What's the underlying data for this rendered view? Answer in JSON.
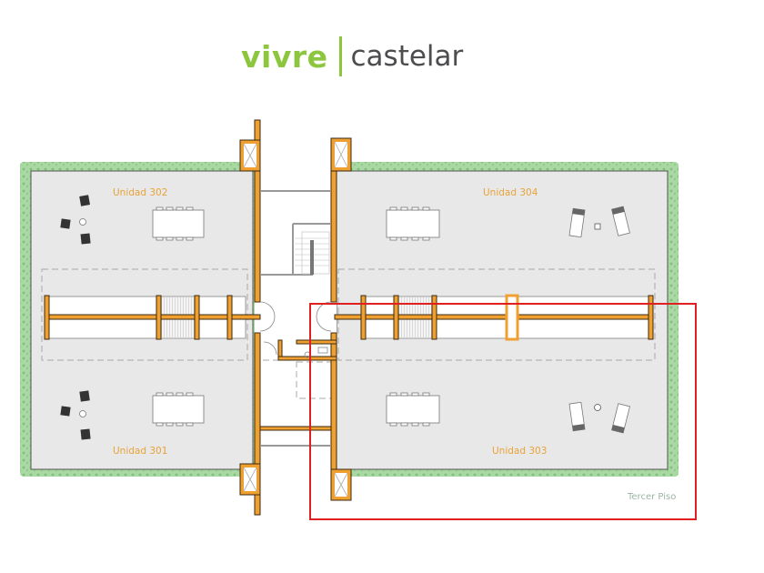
{
  "logo": {
    "brand": "vivre",
    "place": "castelar"
  },
  "units": [
    {
      "id": "302",
      "label": "Unidad 302"
    },
    {
      "id": "304",
      "label": "Unidad 304"
    },
    {
      "id": "301",
      "label": "Unidad 301"
    },
    {
      "id": "303",
      "label": "Unidad 303"
    }
  ],
  "floor_label": "Tercer Piso",
  "colors": {
    "brand_green": "#8cc63f",
    "wall_orange": "#f0a030",
    "unit_label": "#e8a33a",
    "hedge_green": "#9fd19a",
    "floor_gray": "#e8e8e8",
    "highlight_red": "#e02020"
  }
}
